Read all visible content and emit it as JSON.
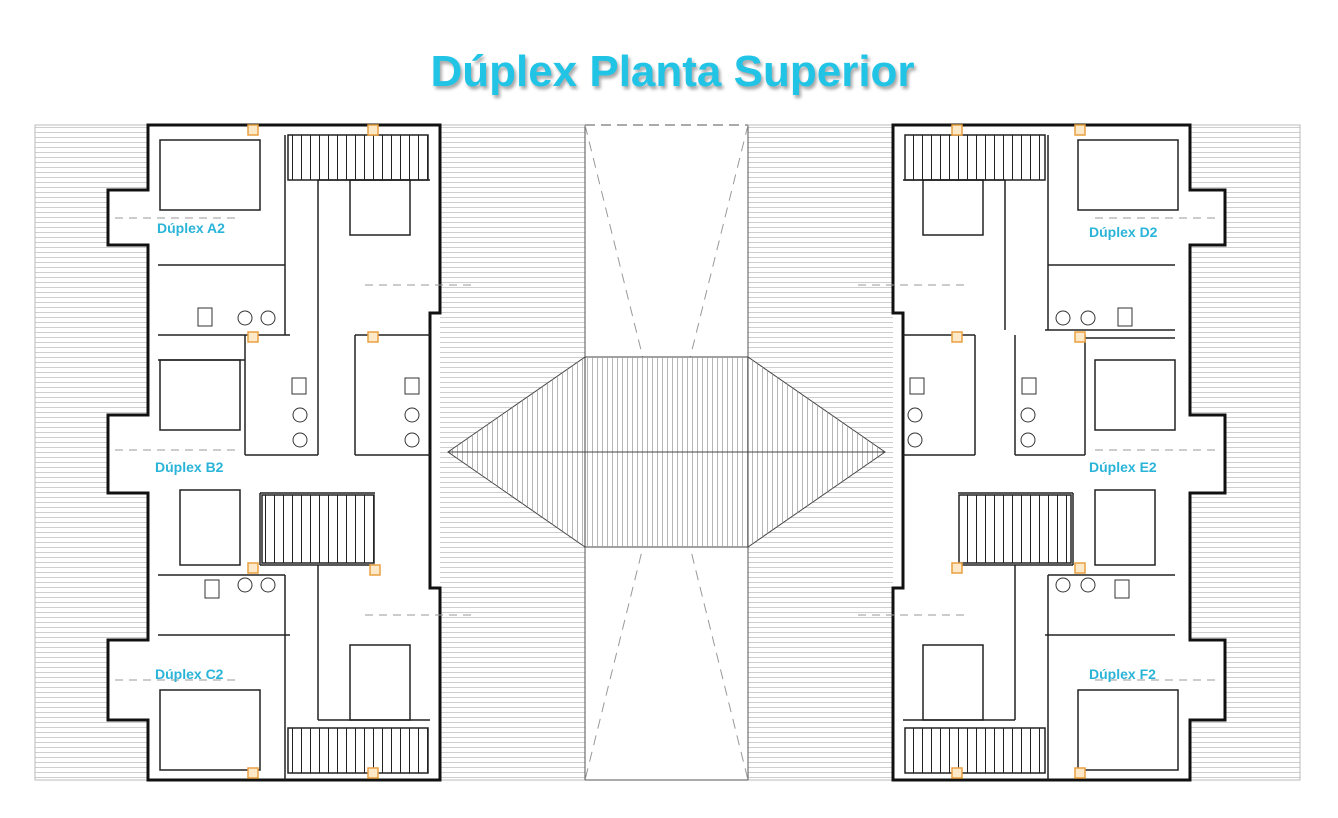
{
  "title": "Dúplex Planta Superior",
  "colors": {
    "title": "#22c4e6",
    "label": "#2ab4d8",
    "wall": "#111111",
    "hatch": "#bcbcbc",
    "column": "#e8a040"
  },
  "units": [
    {
      "id": "a2",
      "label": "Dúplex A2"
    },
    {
      "id": "b2",
      "label": "Dúplex B2"
    },
    {
      "id": "c2",
      "label": "Dúplex C2"
    },
    {
      "id": "d2",
      "label": "Dúplex D2"
    },
    {
      "id": "e2",
      "label": "Dúplex E2"
    },
    {
      "id": "f2",
      "label": "Dúplex F2"
    }
  ]
}
